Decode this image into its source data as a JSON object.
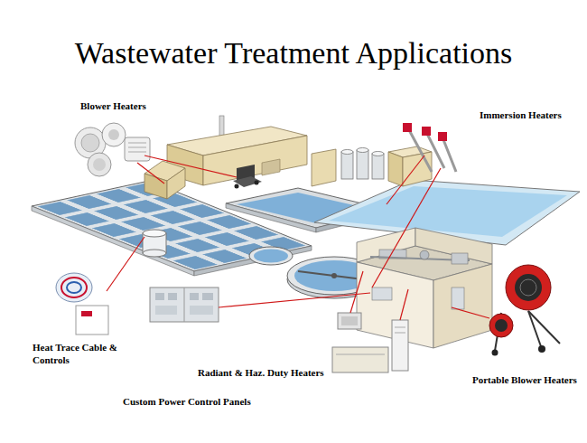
{
  "diagram": {
    "title": "Wastewater Treatment Applications",
    "labels": [
      "Blower Heaters",
      "Immersion Heaters",
      "Heat Trace Cable & Controls",
      "Radiant & Haz. Duty Heaters",
      "Custom Power Control Panels",
      "Portable Blower Heaters"
    ]
  }
}
